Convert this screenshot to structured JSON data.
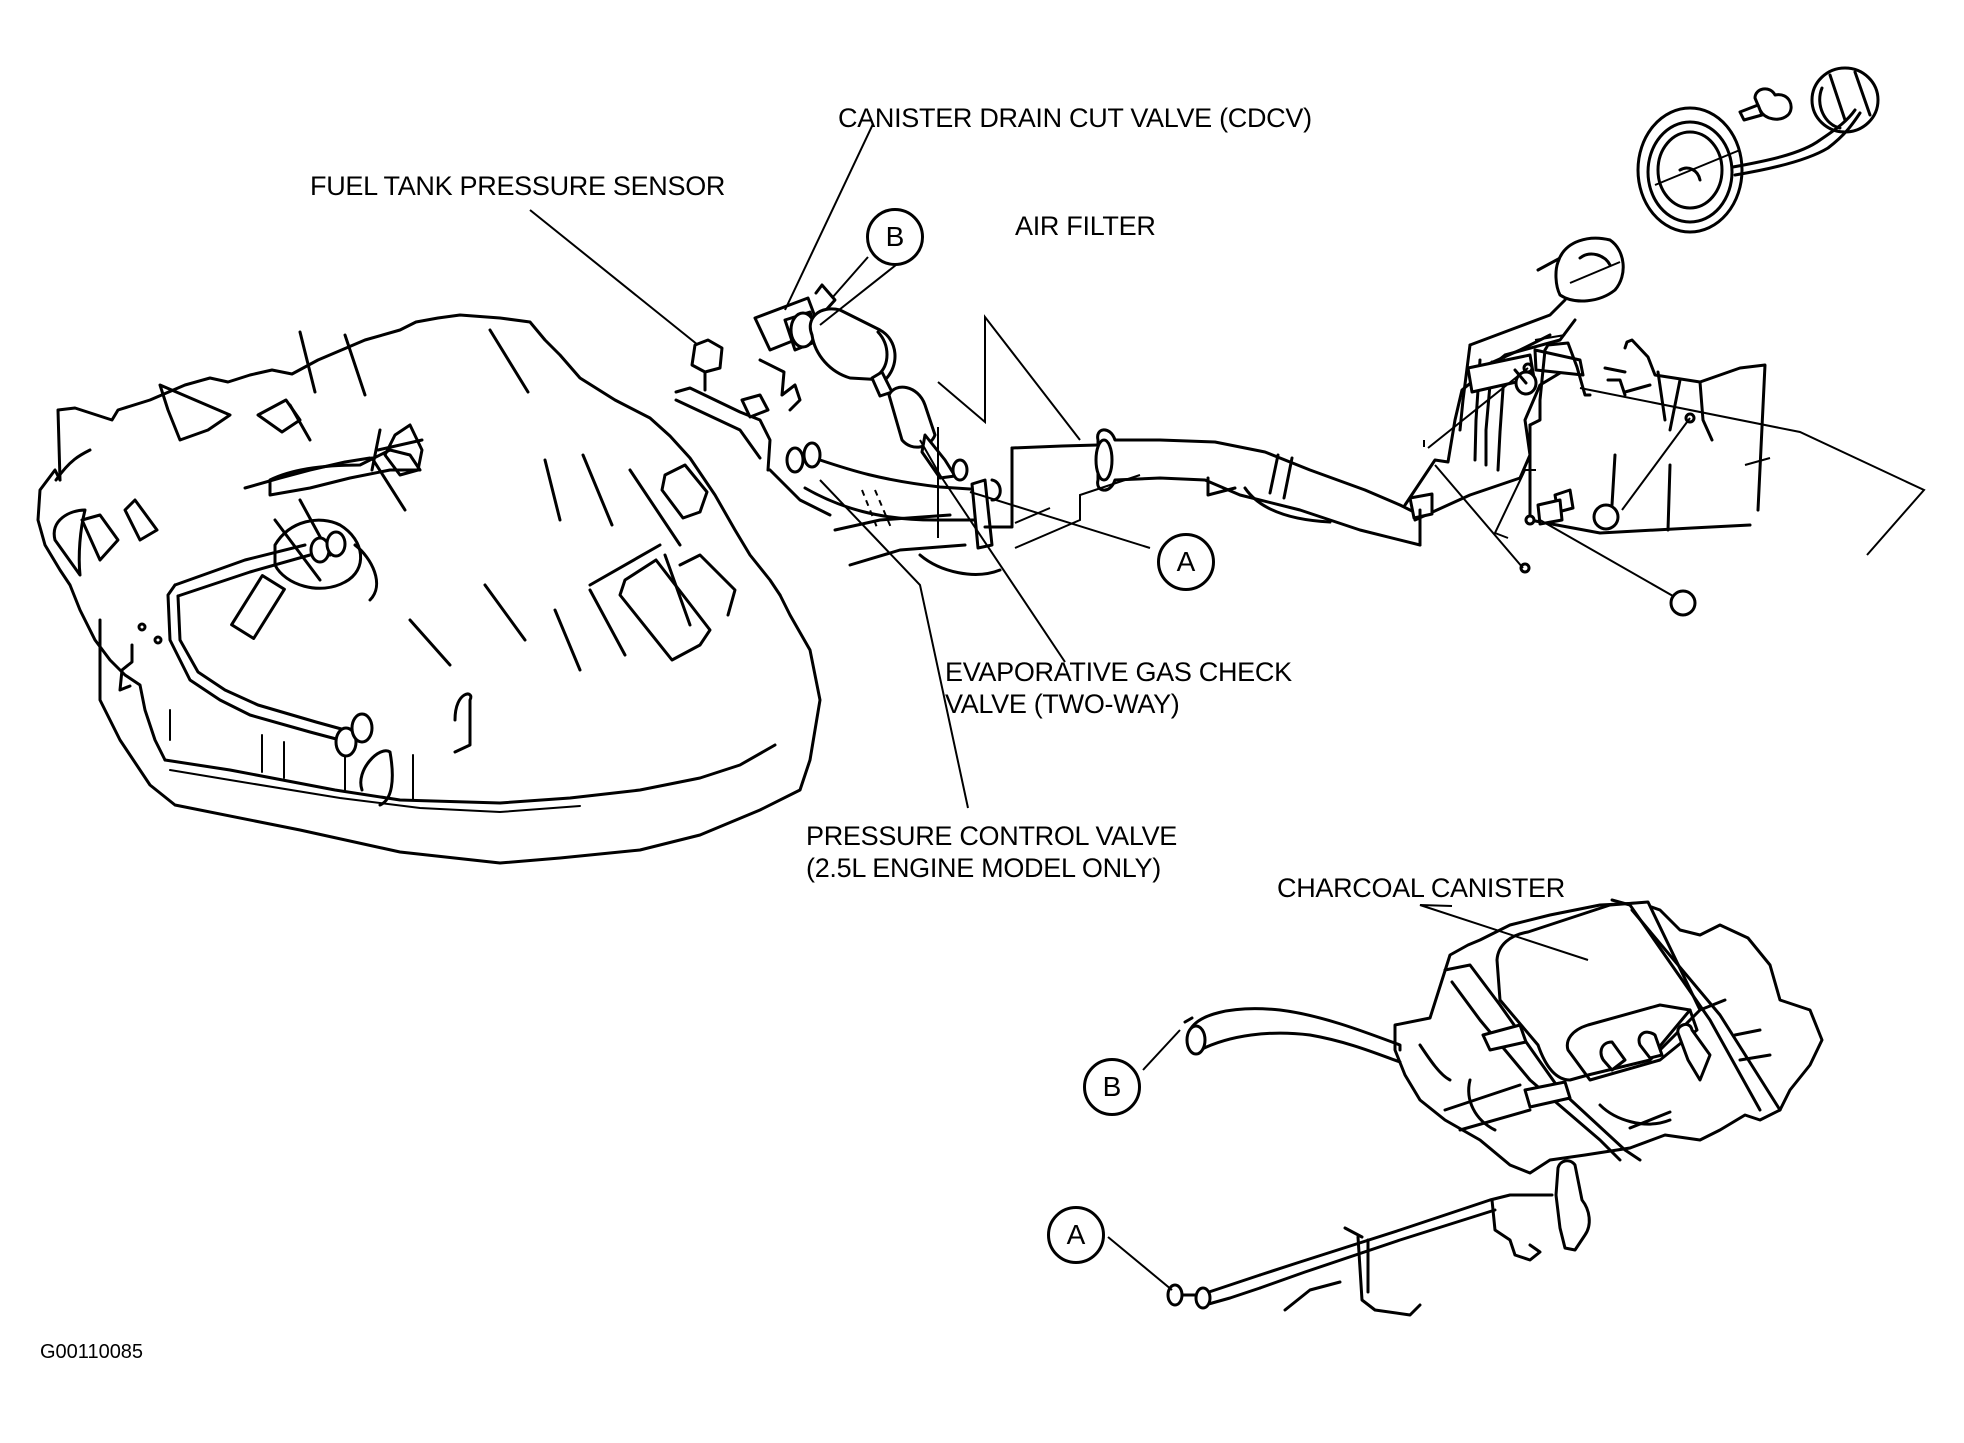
{
  "figure_id": "G00110085",
  "labels": {
    "cdcv": "CANISTER DRAIN CUT VALVE (CDCV)",
    "fuel_tank_pressure_sensor": "FUEL TANK PRESSURE SENSOR",
    "air_filter": "AIR FILTER",
    "evap_check_valve": [
      "EVAPORATIVE GAS CHECK",
      "VALVE (TWO-WAY)"
    ],
    "pressure_control_valve": [
      "PRESSURE CONTROL VALVE",
      "(2.5L ENGINE MODEL ONLY)"
    ],
    "charcoal_canister": "CHARCOAL CANISTER"
  },
  "callouts": {
    "b_top": "B",
    "a_top": "A",
    "b_bottom": "B",
    "a_bottom": "A"
  },
  "components": [
    "fuel-tank",
    "filler-neck",
    "fuel-cap",
    "filler-neck-protector",
    "cdcv",
    "air-filter",
    "evaporative-gas-check-valve",
    "pressure-control-valve",
    "fuel-tank-pressure-sensor",
    "charcoal-canister",
    "connecting-hoses"
  ]
}
